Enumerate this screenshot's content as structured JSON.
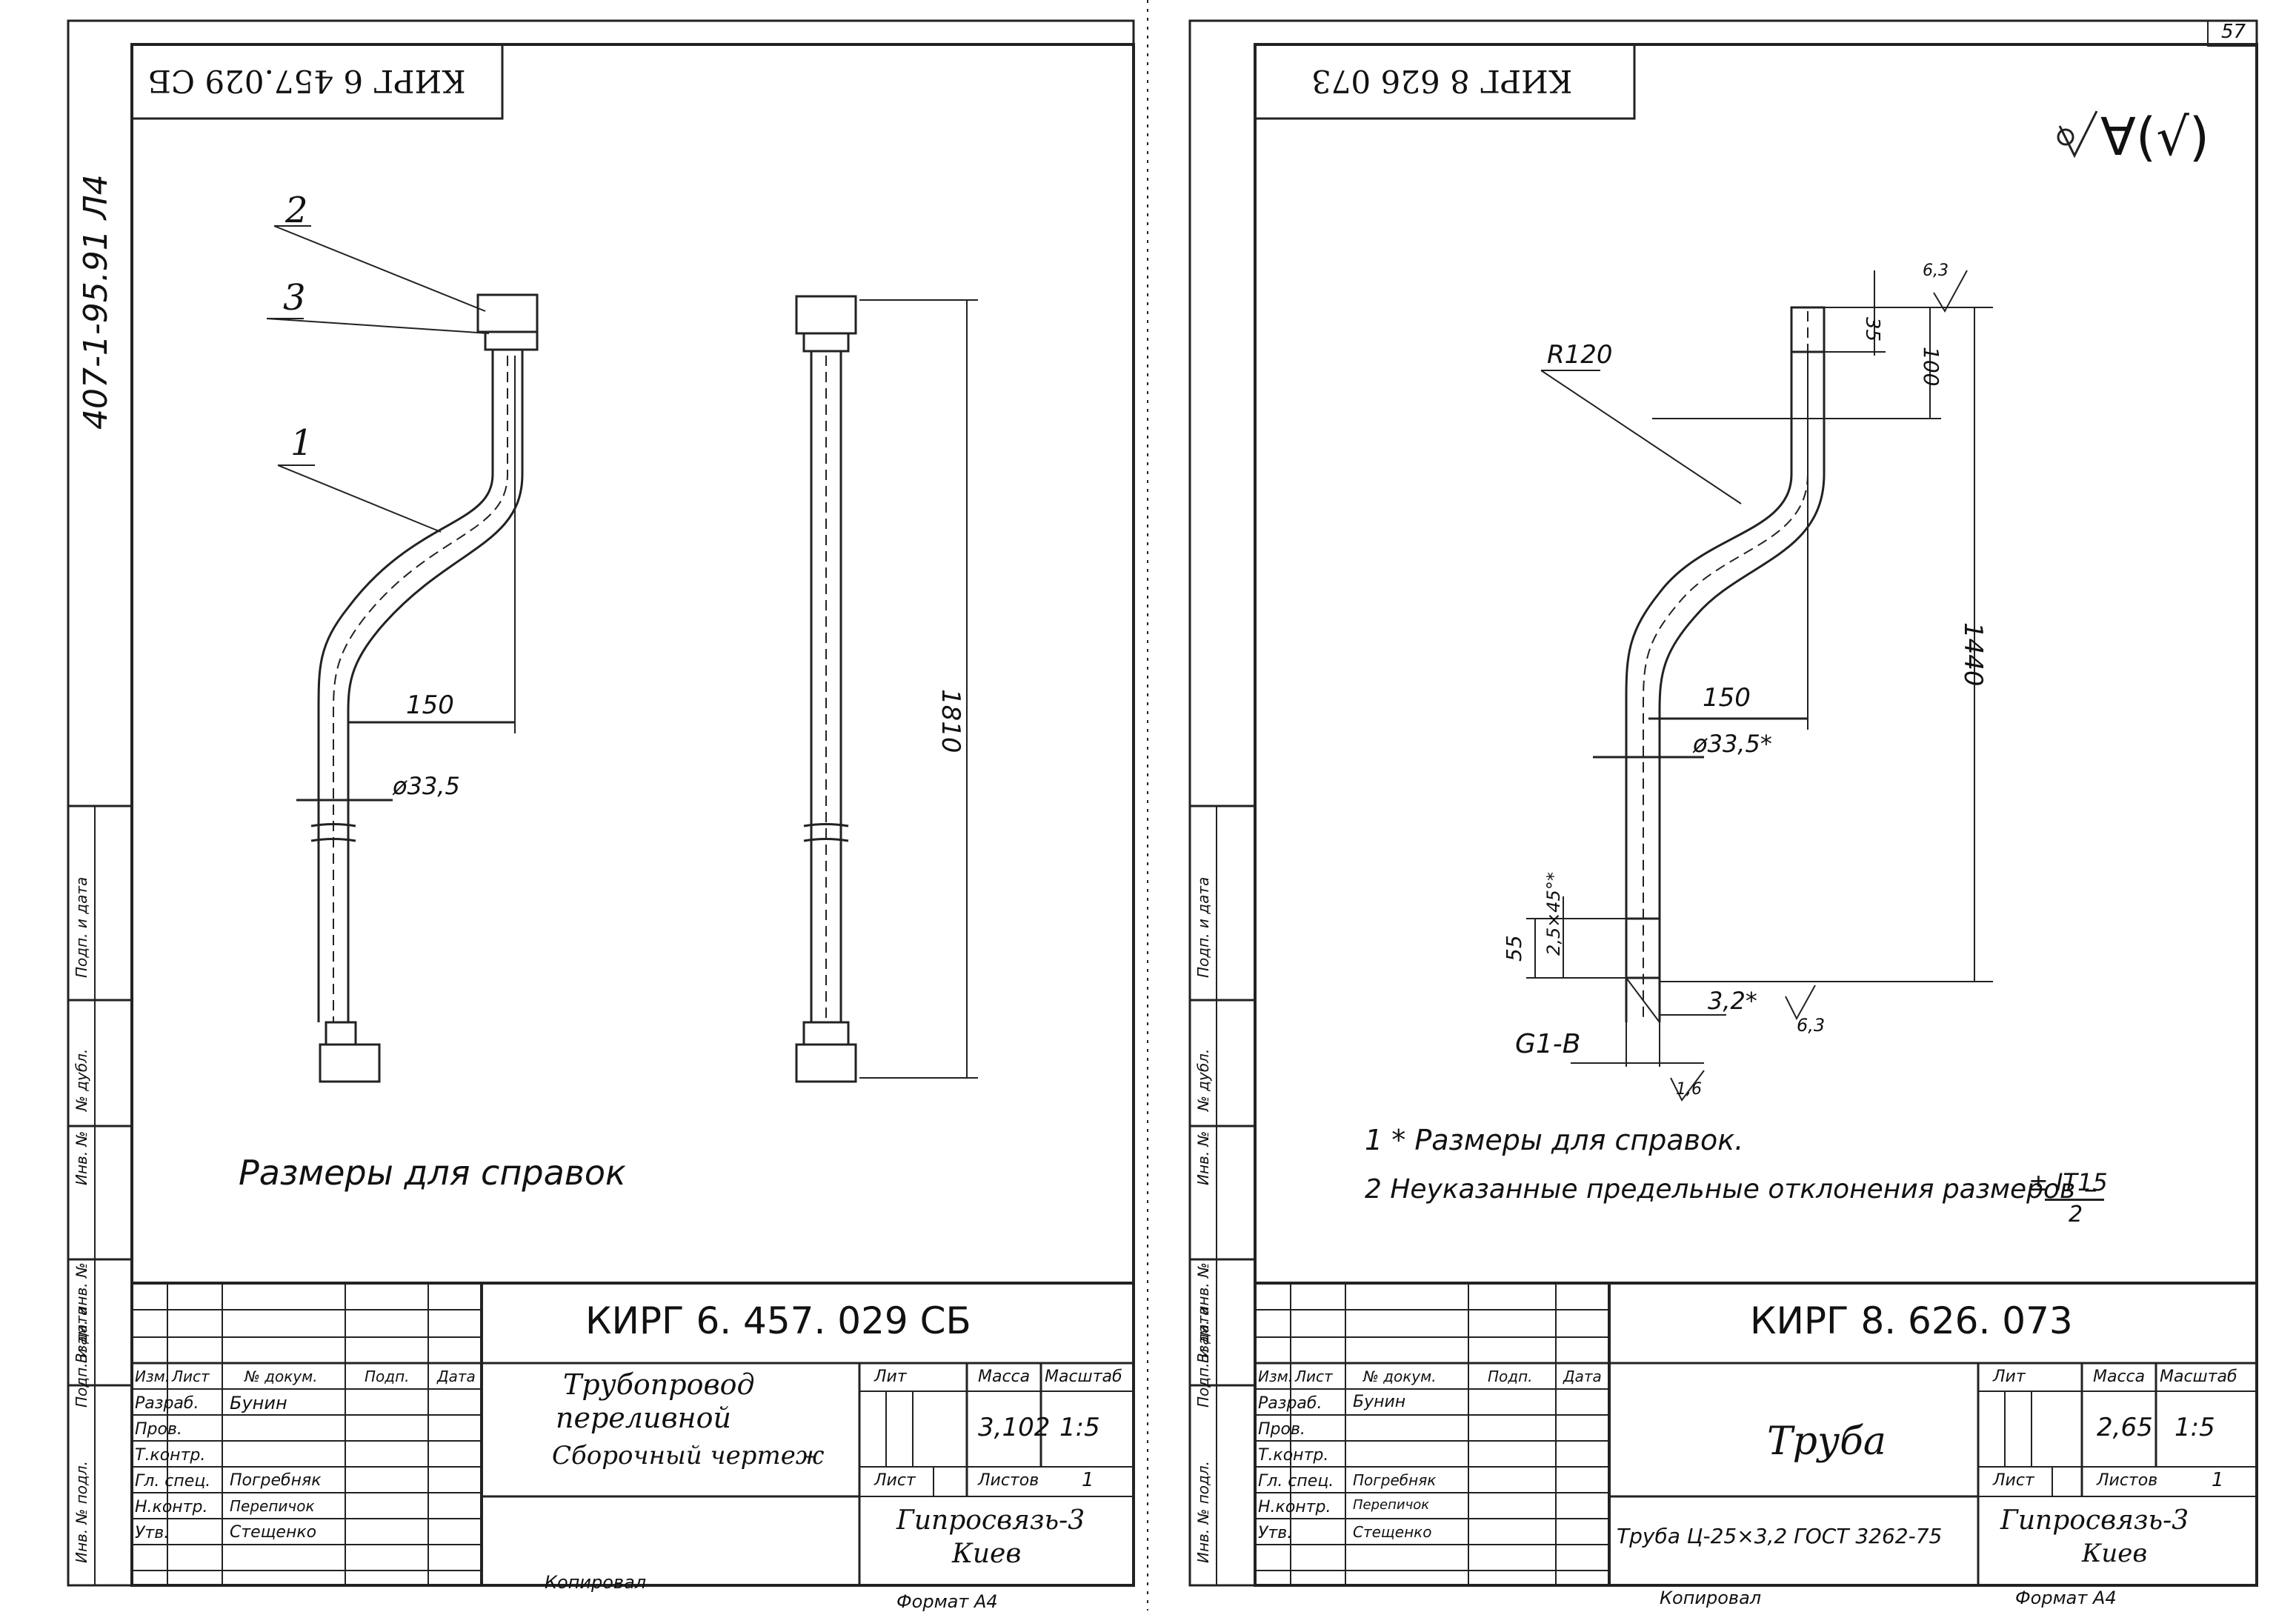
{
  "left_sheet": {
    "stamp_code": "КИРГ 6 457.029 СБ",
    "vertical_code": "407-1-95.91 Л4",
    "callouts": [
      "2",
      "3",
      "1"
    ],
    "dim_150": "150",
    "dim_d33": "ø33,5",
    "dim_1810": "1810",
    "reference_note": "Размеры для справок",
    "side_labels": [
      "Подп. и дата",
      "№ дубл.",
      "Инв. №",
      "Взам. инв. №",
      "Подп. и дата",
      "Инв. № подл."
    ],
    "title_block": {
      "designation": "КИРГ 6. 457. 029   СБ",
      "name_lines": [
        "Трубопровод",
        "переливной",
        "Сборочный чертеж"
      ],
      "col_headers": [
        "Изм.",
        "Лист",
        "№ докум.",
        "Подп.",
        "Дата"
      ],
      "roles": [
        "Разраб.",
        "Пров.",
        "Т.контр.",
        "Гл. спец.",
        "Н.контр.",
        "Утв."
      ],
      "names": [
        "Бунин",
        "",
        "",
        "Погребняк",
        "Перепичок",
        "Стещенко"
      ],
      "lit_label": "Лит",
      "mass_label": "Масса",
      "scale_label": "Масштаб",
      "mass_value": "3,102",
      "scale_value": "1:5",
      "sheet_label": "Лист",
      "sheets_label": "Листов",
      "sheets_value": "1",
      "org_lines": [
        "Гипросвязь-3",
        "Киев"
      ],
      "copied": "Копировал",
      "format": "Формат  А4"
    }
  },
  "right_sheet": {
    "page_number": "57",
    "stamp_code": "КИРГ 8 626 073",
    "roughness_mark": "∀(√)",
    "dim_R120": "R120",
    "dim_63_top": "6,3",
    "dim_35": "35",
    "dim_100": "100",
    "dim_1440": "1440",
    "dim_150": "150",
    "dim_d33": "ø33,5*",
    "dim_chamfer": "2,5×45°*",
    "dim_55": "55",
    "dim_32": "3,2*",
    "dim_63_bottom": "6,3",
    "dim_G1B": "G1-B",
    "dim_16": "1,6",
    "notes": [
      "1 * Размеры для справок.",
      "2 Неуказанные предельные отклонения размеров –"
    ],
    "tolerance_top": "± IT15",
    "tolerance_bottom": "2",
    "side_labels": [
      "Подп. и дата",
      "№ дубл.",
      "Инв. №",
      "Взам. инв. №",
      "Подп. и дата",
      "Инв. № подл."
    ],
    "title_block": {
      "designation": "КИРГ 8. 626. 073",
      "name": "Труба",
      "material": "Труба Ц-25×3,2 ГОСТ 3262-75",
      "col_headers": [
        "Изм.",
        "Лист",
        "№ докум.",
        "Подп.",
        "Дата"
      ],
      "roles": [
        "Разраб.",
        "Пров.",
        "Т.контр.",
        "Гл. спец.",
        "Н.контр.",
        "Утв."
      ],
      "names": [
        "Бунин",
        "",
        "",
        "Погребняк",
        "Перепичок",
        "Стещенко"
      ],
      "lit_label": "Лит",
      "mass_label": "Масса",
      "scale_label": "Масштаб",
      "mass_value": "2,65",
      "scale_value": "1:5",
      "sheet_label": "Лист",
      "sheets_label": "Листов",
      "sheets_value": "1",
      "org_lines": [
        "Гипросвязь-3",
        "Киев"
      ],
      "copied": "Копировал",
      "format": "Формат  А4"
    }
  }
}
